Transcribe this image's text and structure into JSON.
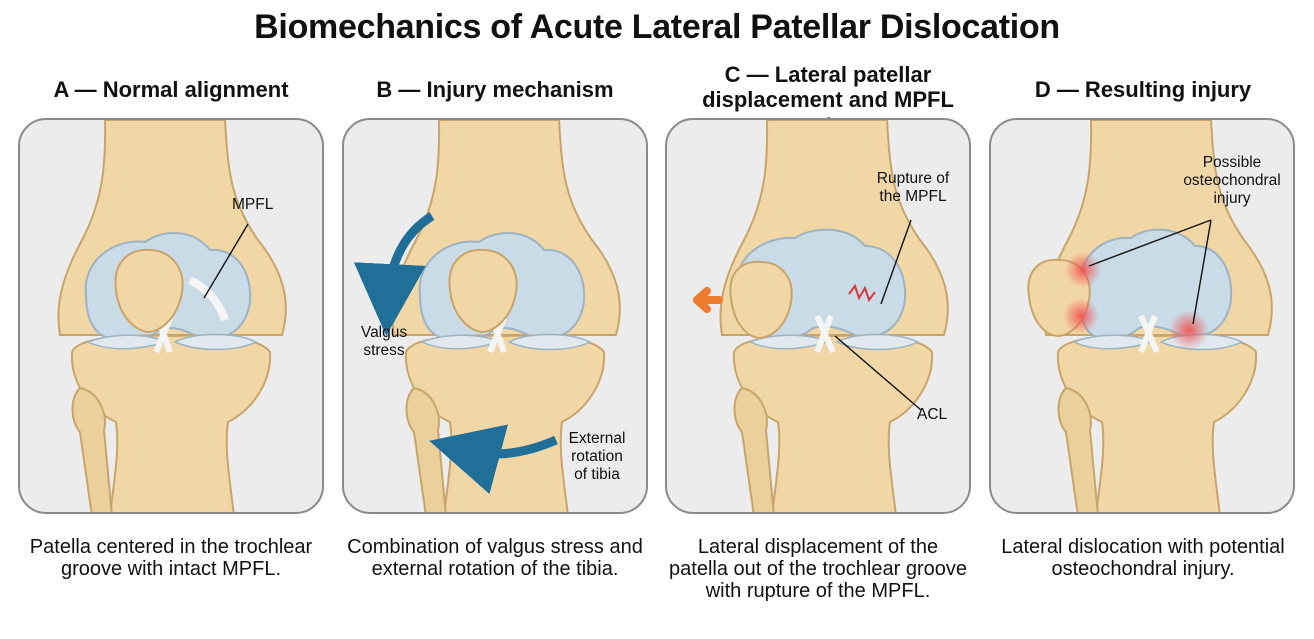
{
  "title": "Biomechanics of Acute Lateral Patellar Dislocation",
  "panels": [
    {
      "heading": "A — Normal alignment",
      "labels": {
        "mpfl": "MPFL"
      },
      "caption": "Patella centered in the trochlear groove with intact MPFL."
    },
    {
      "heading": "B — Injury mechanism",
      "labels": {
        "valgus": "Valgus stress",
        "rotation": "External rotation of tibia"
      },
      "caption": "Combination of valgus stress and external rotation of the tibia."
    },
    {
      "heading": "C — Lateral patellar displacement and MPFL rupture",
      "labels": {
        "rupture": "Rupture of the MPFL",
        "acl": "ACL"
      },
      "caption": "Lateral displacement of the patella out of the trochlear groove with rupture of the MPFL."
    },
    {
      "heading": "D — Resulting injury",
      "labels": {
        "osteo": "Possible osteochondral injury"
      },
      "caption": "Lateral dislocation with potential osteochondral injury."
    }
  ],
  "colors": {
    "bone": "#f2d7a6",
    "bone_stroke": "#c9a46a",
    "cartilage": "#c9dbe6",
    "ligament": "#f3f3f3",
    "arrow_blue": "#1f6f98",
    "arrow_orange": "#ee7a2e",
    "rupture_red": "#d23a3a",
    "injury_glow": "#f05050"
  }
}
